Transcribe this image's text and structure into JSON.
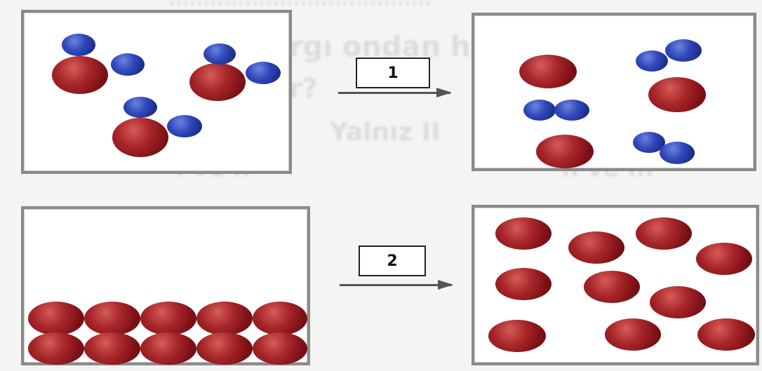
{
  "background_text": {
    "line1": "......................................",
    "line2": "argı ondan hangi ya da hangi",
    "line3": "ur?",
    "line4": "Yalnız II",
    "line5": "Ⅲ ve II",
    "line6": "I ve II",
    "line7": "II ve III"
  },
  "steps": {
    "step1": "1",
    "step2": "2"
  },
  "colors": {
    "large_atom": "#a8262a",
    "small_atom": "#2f47b8"
  }
}
